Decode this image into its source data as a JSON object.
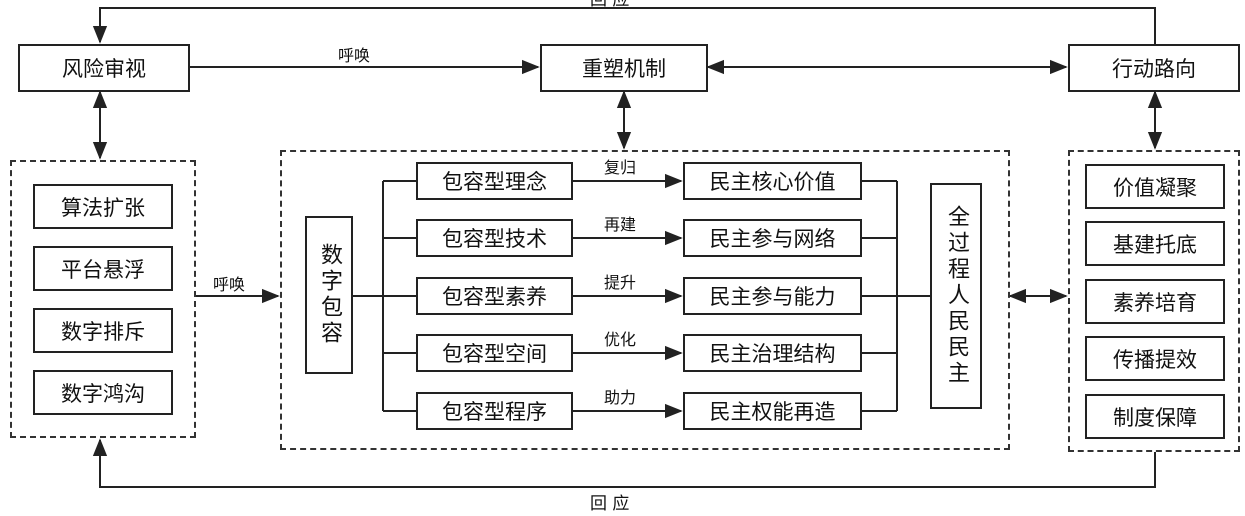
{
  "labels": {
    "top_back": "回 应",
    "bottom_back": "回 应",
    "call_top": "呼唤",
    "call_left": "呼唤"
  },
  "nodes": {
    "risk_review": "风险审视",
    "reshape_mechanism": "重塑机制",
    "action_direction": "行动路向",
    "digital_inclusion": "数字包容",
    "whole_process_democracy": "全过程人民民主"
  },
  "risks": [
    "算法扩张",
    "平台悬浮",
    "数字排斥",
    "数字鸿沟"
  ],
  "inclusive_types": [
    "包容型理念",
    "包容型技术",
    "包容型素养",
    "包容型空间",
    "包容型程序"
  ],
  "verbs": [
    "复归",
    "再建",
    "提升",
    "优化",
    "助力"
  ],
  "democracy_elements": [
    "民主核心价值",
    "民主参与网络",
    "民主参与能力",
    "民主治理结构",
    "民主权能再造"
  ],
  "actions": [
    "价值凝聚",
    "基建托底",
    "素养培育",
    "传播提效",
    "制度保障"
  ]
}
